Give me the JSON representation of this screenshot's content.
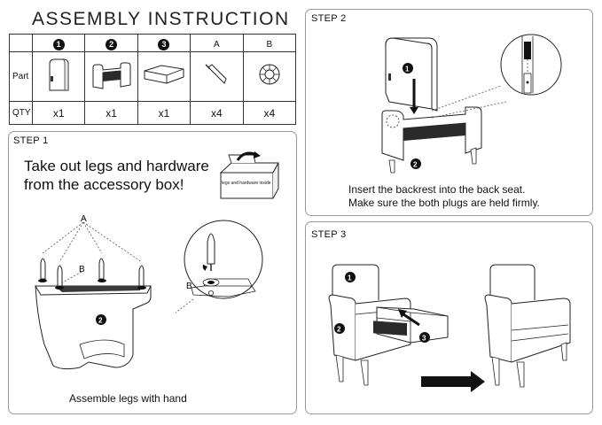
{
  "title": "ASSEMBLY INSTRUCTION",
  "parts_table": {
    "row_labels": {
      "part": "Part",
      "qty": "QTY"
    },
    "columns": [
      {
        "header": "1",
        "header_type": "badge",
        "qty": "x1",
        "icon": "backrest-icon"
      },
      {
        "header": "2",
        "header_type": "badge",
        "qty": "x1",
        "icon": "seat-frame-icon"
      },
      {
        "header": "3",
        "header_type": "badge",
        "qty": "x1",
        "icon": "cushion-icon"
      },
      {
        "header": "A",
        "header_type": "letter",
        "qty": "x4",
        "icon": "leg-icon"
      },
      {
        "header": "B",
        "header_type": "letter",
        "qty": "x4",
        "icon": "leg-plate-icon"
      }
    ]
  },
  "step1": {
    "title": "STEP 1",
    "instruction": "Take out legs and hardware from the accessory box!",
    "box_label": "legs and hardware inside",
    "label_a": "A",
    "label_b": "B",
    "badge_2": "2",
    "zoom_label_b": "B",
    "caption": "Assemble legs with hand"
  },
  "step2": {
    "title": "STEP 2",
    "badge_1": "1",
    "badge_2": "2",
    "caption_line1": "Insert the backrest into the back seat.",
    "caption_line2": "Make sure the both plugs are held firmly."
  },
  "step3": {
    "title": "STEP 3",
    "badge_1": "1",
    "badge_2": "2",
    "badge_3": "3"
  },
  "colors": {
    "ink": "#111111",
    "panel_border": "#999999",
    "fill_dark": "#2a2a2a"
  }
}
